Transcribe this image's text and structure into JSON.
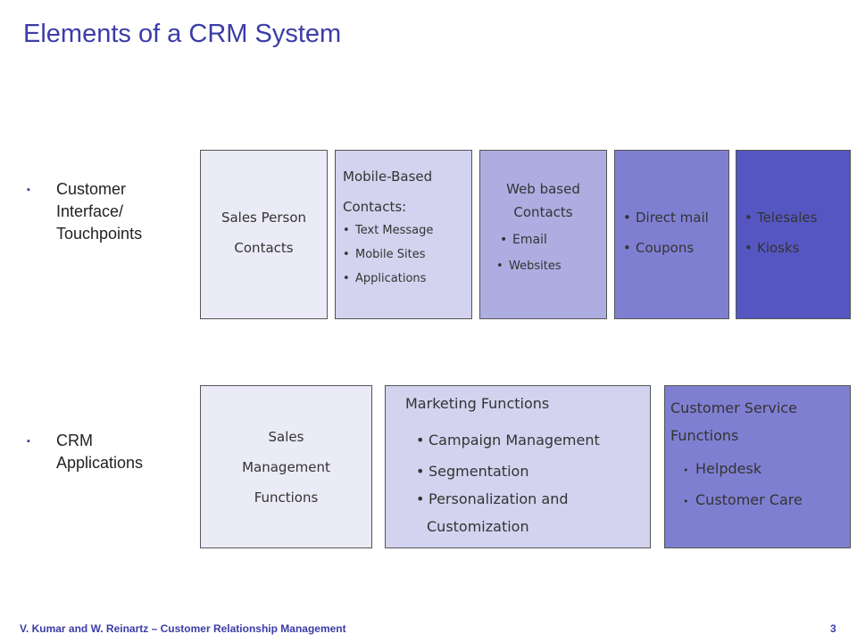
{
  "slide": {
    "title": "Elements of a CRM System"
  },
  "side": [
    {
      "label_lines": [
        "Customer",
        "Interface/",
        "Touchpoints"
      ]
    },
    {
      "label_lines": [
        "CRM",
        "Applications"
      ]
    }
  ],
  "bullet_char": "▪",
  "dot_char": "•",
  "touchpoints": {
    "sales_person": [
      "Sales Person",
      "Contacts"
    ],
    "mobile": {
      "heading": [
        "Mobile-Based",
        "Contacts:"
      ],
      "items": [
        "Text Message",
        "Mobile Sites",
        "Applications"
      ]
    },
    "web": {
      "heading": [
        "Web based",
        "Contacts"
      ],
      "items": [
        "Email",
        "Websites"
      ]
    },
    "direct": {
      "items": [
        "Direct mail",
        "Coupons"
      ]
    },
    "tele": {
      "items": [
        "Telesales",
        "Kiosks"
      ]
    }
  },
  "applications": {
    "sales": [
      "Sales",
      "Management",
      "Functions"
    ],
    "marketing": {
      "heading": "Marketing Functions",
      "items": [
        "Campaign Management",
        "Segmentation",
        "Personalization and"
      ],
      "continuation": "Customization"
    },
    "service": {
      "heading": [
        "Customer Service",
        "Functions"
      ],
      "items": [
        "Helpdesk",
        "Customer Care"
      ]
    }
  },
  "footer": {
    "text": "V. Kumar and W. Reinartz – Customer Relationship Management",
    "page": "3"
  }
}
